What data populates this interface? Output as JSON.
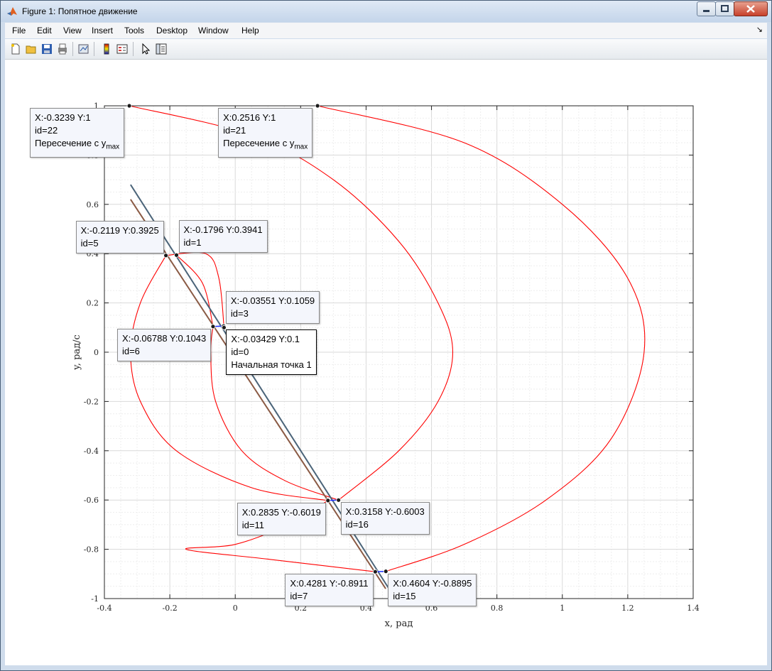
{
  "window": {
    "title": "Figure 1: Попятное движение"
  },
  "menu": [
    "File",
    "Edit",
    "View",
    "Insert",
    "Tools",
    "Desktop",
    "Window",
    "Help"
  ],
  "menu_dock_icon": "dock-arrow-icon",
  "toolbar": [
    {
      "name": "new-figure-icon"
    },
    {
      "name": "open-file-icon"
    },
    {
      "name": "save-icon"
    },
    {
      "name": "print-icon"
    },
    {
      "name": "link-plot-icon"
    },
    {
      "name": "insert-colorbar-icon"
    },
    {
      "name": "insert-legend-icon"
    },
    {
      "name": "edit-plot-arrow-icon"
    },
    {
      "name": "property-editor-icon"
    }
  ],
  "colors": {
    "trajectory": "#ff0000",
    "line_dark": "#4b6479",
    "line_brown": "#8a5a44",
    "marker_link": "#1a2cff"
  },
  "chart_data": {
    "type": "line",
    "title": "",
    "xlabel": "x, рад",
    "ylabel": "y, рад/с",
    "xlim": [
      -0.4,
      1.4
    ],
    "ylim": [
      -1,
      1
    ],
    "grid": true,
    "minor_grid": true,
    "box": true,
    "xticks": [
      -0.4,
      -0.2,
      0,
      0.2,
      0.4,
      0.6,
      0.8,
      1,
      1.2,
      1.4
    ],
    "xtick_labels": [
      "-0.4",
      "-0.2",
      "0",
      "0.2",
      "0.4",
      "0.6",
      "0.8",
      "1",
      "1.2",
      "1.4"
    ],
    "yticks": [
      -1,
      -0.8,
      -0.6,
      -0.4,
      -0.2,
      0,
      0.2,
      0.4,
      0.6,
      0.8,
      1
    ],
    "ytick_labels": [
      "-1",
      "-0.8",
      "-0.6",
      "-0.4",
      "-0.2",
      "0",
      "0.2",
      "0.4",
      "0.6",
      "0.8",
      "1"
    ],
    "series": [
      {
        "kind": "curve",
        "color": "trajectory",
        "points": [
          [
            -0.2119,
            0.3925
          ],
          [
            -0.29,
            0.2
          ],
          [
            -0.32,
            0.0
          ],
          [
            -0.29,
            -0.2
          ],
          [
            -0.18,
            -0.4
          ],
          [
            0.05,
            -0.55
          ],
          [
            0.2835,
            -0.6019
          ]
        ]
      },
      {
        "kind": "curve",
        "color": "trajectory",
        "points": [
          [
            -0.1796,
            0.3941
          ],
          [
            -0.1,
            0.28
          ],
          [
            -0.06788,
            0.1043
          ]
        ]
      },
      {
        "kind": "curve",
        "color": "trajectory",
        "points": [
          [
            -0.06788,
            0.1043
          ],
          [
            -0.075,
            0.0
          ],
          [
            -0.06,
            -0.2
          ],
          [
            0.02,
            -0.4
          ],
          [
            0.15,
            -0.52
          ],
          [
            0.3158,
            -0.6003
          ]
        ]
      },
      {
        "kind": "curve",
        "color": "trajectory",
        "points": [
          [
            -0.03429,
            0.1
          ],
          [
            -0.05,
            0.3
          ],
          [
            -0.09,
            0.4
          ],
          [
            -0.2119,
            0.3925
          ]
        ]
      },
      {
        "kind": "curve",
        "color": "trajectory",
        "points": [
          [
            0.3158,
            -0.6003
          ],
          [
            0.5,
            -0.4
          ],
          [
            0.62,
            -0.2
          ],
          [
            0.665,
            0.0
          ],
          [
            0.62,
            0.2
          ],
          [
            0.5,
            0.45
          ],
          [
            0.3,
            0.7
          ],
          [
            0.05,
            0.88
          ],
          [
            -0.3239,
            1.0
          ]
        ]
      },
      {
        "kind": "curve",
        "color": "trajectory",
        "points": [
          [
            0.2835,
            -0.6019
          ],
          [
            0.16,
            -0.7
          ],
          [
            0.0,
            -0.78
          ],
          [
            -0.15,
            -0.8
          ],
          [
            0.1,
            -0.84
          ],
          [
            0.4281,
            -0.8911
          ]
        ]
      },
      {
        "kind": "curve",
        "color": "trajectory",
        "points": [
          [
            0.4604,
            -0.8895
          ],
          [
            0.7,
            -0.78
          ],
          [
            0.95,
            -0.6
          ],
          [
            1.15,
            -0.35
          ],
          [
            1.25,
            0.0
          ],
          [
            1.2,
            0.3
          ],
          [
            1.0,
            0.6
          ],
          [
            0.7,
            0.85
          ],
          [
            0.2516,
            1.0
          ]
        ]
      },
      {
        "kind": "line",
        "color": "line_dark",
        "points": [
          [
            -0.32,
            0.68
          ],
          [
            0.47,
            -0.96
          ]
        ]
      },
      {
        "kind": "line",
        "color": "line_brown",
        "points": [
          [
            -0.32,
            0.62
          ],
          [
            0.46,
            -0.96
          ]
        ]
      },
      {
        "kind": "segment",
        "color": "marker_link",
        "points": [
          [
            -0.06788,
            0.1043
          ],
          [
            -0.03551,
            0.1059
          ]
        ]
      },
      {
        "kind": "segment",
        "color": "marker_link",
        "points": [
          [
            0.2835,
            -0.6019
          ],
          [
            0.3158,
            -0.6003
          ]
        ]
      },
      {
        "kind": "segment",
        "color": "marker_link",
        "points": [
          [
            0.4281,
            -0.8911
          ],
          [
            0.4604,
            -0.8895
          ]
        ]
      }
    ],
    "datatips": [
      {
        "x": -0.3239,
        "y": 1,
        "xy": "X:-0.3239 Y:1",
        "id": "id=22",
        "note": "Пересечение с y",
        "note_sub": "max",
        "anchor": "below-right"
      },
      {
        "x": 0.2516,
        "y": 1,
        "xy": "X:0.2516 Y:1",
        "id": "id=21",
        "note": "Пересечение с y",
        "note_sub": "max",
        "anchor": "below-left"
      },
      {
        "x": -0.2119,
        "y": 0.3925,
        "xy": "X:-0.2119 Y:0.3925",
        "id": "id=5",
        "note": "",
        "note_sub": "",
        "anchor": "above-left"
      },
      {
        "x": -0.1796,
        "y": 0.3941,
        "xy": "X:-0.1796 Y:0.3941",
        "id": "id=1",
        "note": "",
        "note_sub": "",
        "anchor": "above-right"
      },
      {
        "x": -0.03551,
        "y": 0.1059,
        "xy": "X:-0.03551 Y:0.1059",
        "id": "id=3",
        "note": "",
        "note_sub": "",
        "anchor": "above-right"
      },
      {
        "x": -0.06788,
        "y": 0.1043,
        "xy": "X:-0.06788 Y:0.1043",
        "id": "id=6",
        "note": "",
        "note_sub": "",
        "anchor": "below-left"
      },
      {
        "x": -0.03429,
        "y": 0.1,
        "xy": "X:-0.03429 Y:0.1",
        "id": "id=0",
        "note": "Начальная точка 1",
        "note_sub": "",
        "anchor": "below-right",
        "selected": true
      },
      {
        "x": 0.2835,
        "y": -0.6019,
        "xy": "X:0.2835 Y:-0.6019",
        "id": "id=11",
        "note": "",
        "note_sub": "",
        "anchor": "below-left"
      },
      {
        "x": 0.3158,
        "y": -0.6003,
        "xy": "X:0.3158 Y:-0.6003",
        "id": "id=16",
        "note": "",
        "note_sub": "",
        "anchor": "below-right"
      },
      {
        "x": 0.4281,
        "y": -0.8911,
        "xy": "X:0.4281 Y:-0.8911",
        "id": "id=7",
        "note": "",
        "note_sub": "",
        "anchor": "below-left"
      },
      {
        "x": 0.4604,
        "y": -0.8895,
        "xy": "X:0.4604 Y:-0.8895",
        "id": "id=15",
        "note": "",
        "note_sub": "",
        "anchor": "below-right"
      }
    ]
  }
}
